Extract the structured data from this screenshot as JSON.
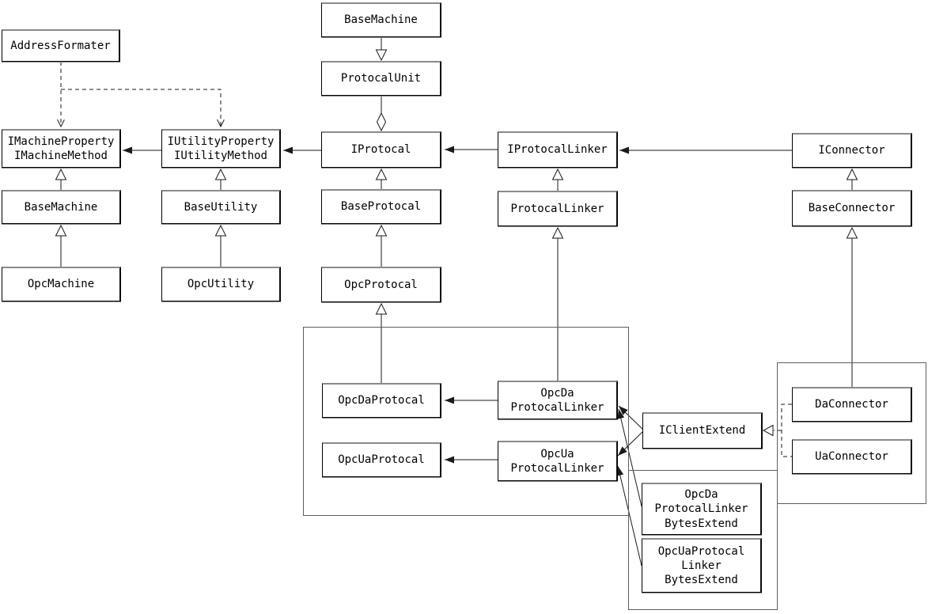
{
  "diagram": {
    "background": "#ffffff",
    "line_color": "#1a1a1a",
    "box_border_color": "#000000",
    "box_shade_color": "#8a8a8a"
  },
  "nodes": {
    "address_formater": {
      "label": "AddressFormater"
    },
    "imachine_interface": {
      "lines": [
        "IMachineProperty",
        "IMachineMethod"
      ]
    },
    "iutility_interface": {
      "lines": [
        "IUtilityProperty",
        "IUtilityMethod"
      ]
    },
    "base_machine_left": {
      "label": "BaseMachine"
    },
    "base_utility": {
      "label": "BaseUtility"
    },
    "opc_machine": {
      "label": "OpcMachine"
    },
    "opc_utility": {
      "label": "OpcUtility"
    },
    "base_machine_top": {
      "label": "BaseMachine"
    },
    "protocal_unit": {
      "label": "ProtocalUnit"
    },
    "iprotocal": {
      "label": "IProtocal"
    },
    "iprotocal_linker": {
      "label": "IProtocalLinker"
    },
    "iconnector": {
      "label": "IConnector"
    },
    "base_protocal": {
      "label": "BaseProtocal"
    },
    "protocal_linker": {
      "label": "ProtocalLinker"
    },
    "base_connector": {
      "label": "BaseConnector"
    },
    "opc_protocal": {
      "label": "OpcProtocal"
    },
    "opc_da_protocal": {
      "label": "OpcDaProtocal"
    },
    "opc_da_protocal_linker": {
      "lines": [
        "OpcDa",
        "ProtocalLinker"
      ]
    },
    "opc_ua_protocal": {
      "label": "OpcUaProtocal"
    },
    "opc_ua_protocal_linker": {
      "lines": [
        "OpcUa",
        "ProtocalLinker"
      ]
    },
    "iclient_extend": {
      "label": "IClientExtend"
    },
    "da_connector": {
      "label": "DaConnector"
    },
    "ua_connector": {
      "label": "UaConnector"
    },
    "opc_da_protocal_linker_bytes_extend": {
      "lines": [
        "OpcDa",
        "ProtocalLinker",
        "BytesExtend"
      ]
    },
    "opc_ua_protocal_linker_bytes_extend": {
      "lines": [
        "OpcUaProtocal",
        "Linker",
        "BytesExtend"
      ]
    }
  },
  "edges": [
    {
      "from": "AddressFormater",
      "to": "IMachineProperty/IMachineMethod",
      "type": "dependency"
    },
    {
      "from": "AddressFormater",
      "to": "IUtilityProperty/IUtilityMethod",
      "type": "dependency"
    },
    {
      "from": "IUtilityProperty/IUtilityMethod",
      "to": "IMachineProperty/IMachineMethod",
      "type": "association"
    },
    {
      "from": "IProtocal",
      "to": "IUtilityProperty/IUtilityMethod",
      "type": "association"
    },
    {
      "from": "IProtocalLinker",
      "to": "IProtocal",
      "type": "association"
    },
    {
      "from": "IConnector",
      "to": "IProtocalLinker",
      "type": "association"
    },
    {
      "from": "BaseMachine (left)",
      "to": "IMachineProperty/IMachineMethod",
      "type": "generalization"
    },
    {
      "from": "OpcMachine",
      "to": "BaseMachine (left)",
      "type": "generalization"
    },
    {
      "from": "BaseUtility",
      "to": "IUtilityProperty/IUtilityMethod",
      "type": "generalization"
    },
    {
      "from": "OpcUtility",
      "to": "BaseUtility",
      "type": "generalization"
    },
    {
      "from": "BaseMachine (top)",
      "to": "ProtocalUnit",
      "type": "generalization"
    },
    {
      "from": "ProtocalUnit",
      "to": "IProtocal",
      "type": "aggregation"
    },
    {
      "from": "BaseProtocal",
      "to": "IProtocal",
      "type": "generalization"
    },
    {
      "from": "OpcProtocal",
      "to": "BaseProtocal",
      "type": "generalization"
    },
    {
      "from": "OpcDaProtocal",
      "to": "OpcProtocal",
      "type": "generalization"
    },
    {
      "from": "ProtocalLinker",
      "to": "IProtocalLinker",
      "type": "generalization"
    },
    {
      "from": "OpcDaProtocalLinker",
      "to": "ProtocalLinker",
      "type": "generalization"
    },
    {
      "from": "BaseConnector",
      "to": "IConnector",
      "type": "generalization"
    },
    {
      "from": "DaConnector",
      "to": "BaseConnector",
      "type": "generalization"
    },
    {
      "from": "OpcDaProtocalLinker",
      "to": "OpcDaProtocal",
      "type": "association"
    },
    {
      "from": "OpcUaProtocalLinker",
      "to": "OpcUaProtocal",
      "type": "association"
    },
    {
      "from": "IClientExtend",
      "to": "OpcDaProtocalLinker",
      "type": "association"
    },
    {
      "from": "IClientExtend",
      "to": "OpcUaProtocalLinker",
      "type": "association"
    },
    {
      "from": "OpcDaProtocalLinkerBytesExtend",
      "to": "OpcDaProtocalLinker",
      "type": "association"
    },
    {
      "from": "OpcUaProtocalLinkerBytesExtend",
      "to": "OpcUaProtocalLinker",
      "type": "association"
    },
    {
      "from": "DaConnector",
      "to": "IClientExtend",
      "type": "realization"
    },
    {
      "from": "UaConnector",
      "to": "IClientExtend",
      "type": "realization"
    }
  ]
}
